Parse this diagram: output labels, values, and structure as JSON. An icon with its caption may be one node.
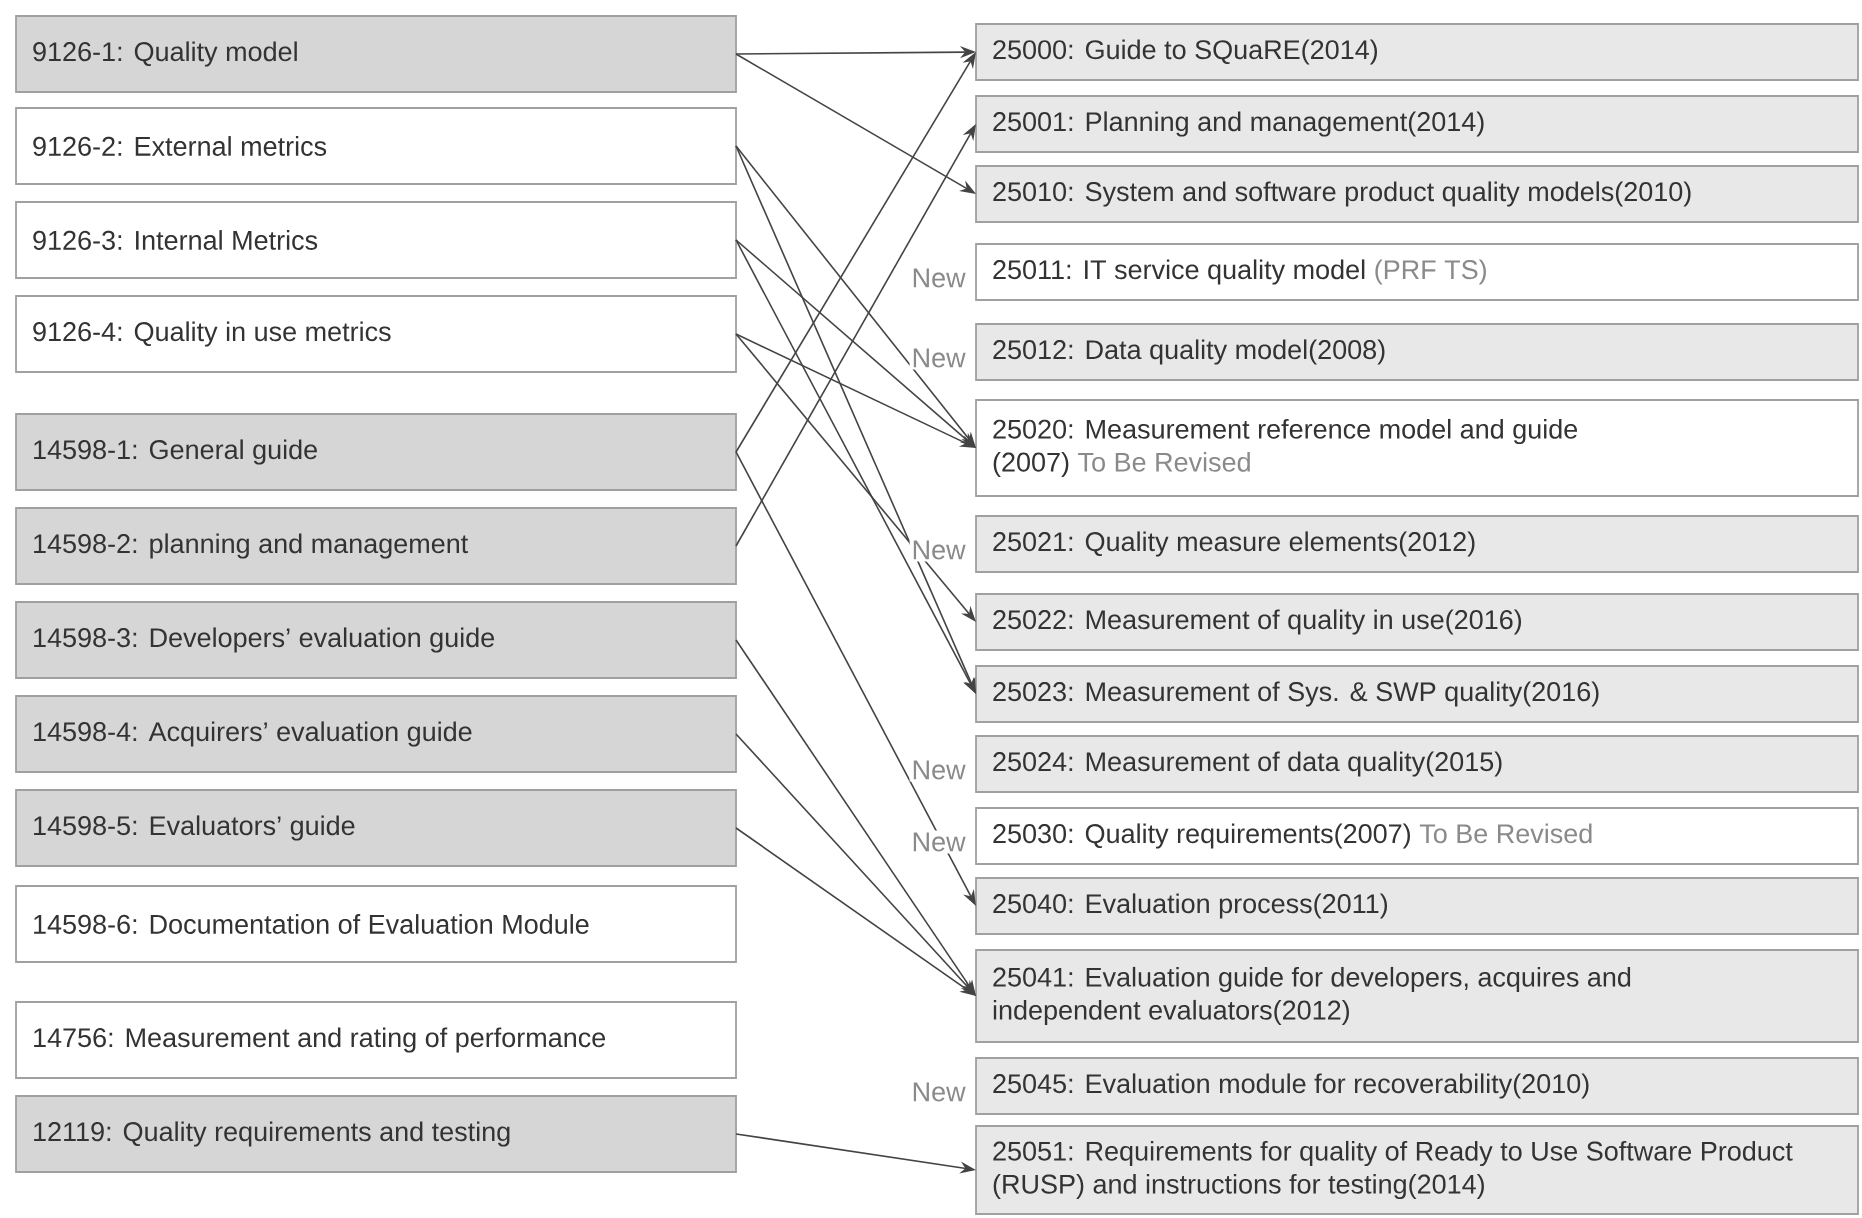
{
  "diagram": {
    "nodes": [
      {
        "text": [
          "9126-1: Quality model"
        ]
      },
      {
        "text": [
          "9126-2: External metrics"
        ]
      },
      {
        "text": [
          "9126-3: Internal Metrics"
        ]
      },
      {
        "text": [
          "9126-4: Quality in use metrics"
        ]
      },
      {
        "text": [
          "14598-1: General guide"
        ]
      },
      {
        "text": [
          "14598-2: planning and management"
        ]
      },
      {
        "text": [
          "14598-3: Developers’ evaluation guide"
        ]
      },
      {
        "text": [
          "14598-4: Acquirers’ evaluation guide"
        ]
      },
      {
        "text": [
          "14598-5: Evaluators’ guide"
        ]
      },
      {
        "text": [
          "14598-6: Documentation of Evaluation Module"
        ]
      },
      {
        "text": [
          "14756: Measurement and rating of performance"
        ]
      },
      {
        "text": [
          "12119: Quality requirements and testing"
        ]
      },
      {
        "text": [
          "25000: Guide to SQuaRE(2014)"
        ]
      },
      {
        "text": [
          "25001: Planning and management(2014)"
        ]
      },
      {
        "text": [
          "25010: System and software product quality models(2010)"
        ]
      },
      {
        "text": [
          "25011: IT service quality model",
          "(PRF TS)"
        ],
        "beside": [
          "New"
        ]
      },
      {
        "text": [
          "25012: Data quality model(2008)"
        ],
        "beside": [
          "New"
        ]
      },
      {
        "text": [
          "25020: Measurement reference model and guide (2007)",
          "To Be Revised"
        ]
      },
      {
        "text": [
          "25021: Quality measure elements(2012)"
        ],
        "beside": [
          "New"
        ]
      },
      {
        "text": [
          "25022: Measurement of quality in use(2016)"
        ]
      },
      {
        "text": [
          "25023: Measurement of Sys. & SWP quality(2016)"
        ]
      },
      {
        "text": [
          "25024: Measurement of data quality(2015)"
        ],
        "beside": [
          "New"
        ]
      },
      {
        "text": [
          "25030: Quality requirements(2007)",
          "To Be Revised"
        ],
        "beside": [
          "New"
        ]
      },
      {
        "text": [
          "25040: Evaluation process(2011)"
        ]
      },
      {
        "text": [
          "25041: Evaluation guide for developers, acquires and independent evaluators(2012)"
        ]
      },
      {
        "text": [
          "25045: Evaluation module for recoverability(2010)"
        ],
        "beside": [
          "New"
        ]
      },
      {
        "text": [
          "25051: Requirements  for quality of Ready to Use Software Product (RUSP) and instructions for testing(2014)"
        ]
      }
    ],
    "edges": [
      {
        "from": 0,
        "to": 12,
        "arrow": "to"
      },
      {
        "from": 0,
        "to": 14,
        "arrow": "to"
      },
      {
        "from": 1,
        "to": 17,
        "arrow": "to"
      },
      {
        "from": 1,
        "to": 20,
        "arrow": "to"
      },
      {
        "from": 2,
        "to": 17,
        "arrow": "to"
      },
      {
        "from": 2,
        "to": 20,
        "arrow": "to"
      },
      {
        "from": 3,
        "to": 17,
        "arrow": "to"
      },
      {
        "from": 3,
        "to": 19,
        "arrow": "to"
      },
      {
        "from": 4,
        "to": 12,
        "arrow": "to"
      },
      {
        "from": 4,
        "to": 23,
        "arrow": "to"
      },
      {
        "from": 5,
        "to": 13,
        "arrow": "to"
      },
      {
        "from": 6,
        "to": 24,
        "arrow": "to"
      },
      {
        "from": 7,
        "to": 24,
        "arrow": "to"
      },
      {
        "from": 8,
        "to": 24,
        "arrow": "to"
      },
      {
        "from": 11,
        "to": 26,
        "arrow": "to"
      }
    ]
  }
}
